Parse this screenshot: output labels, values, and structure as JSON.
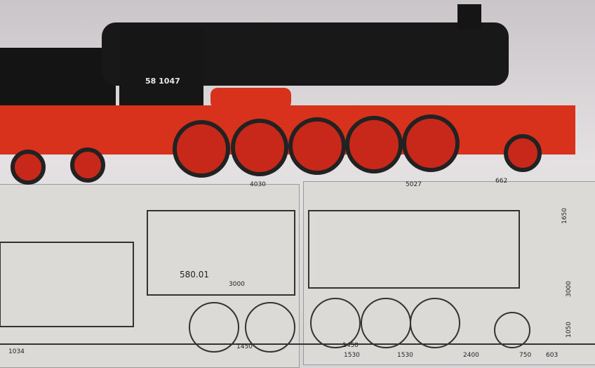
{
  "locomotive": {
    "number": "58 1047",
    "colors": {
      "body": "#161616",
      "chassis": "#d8321c",
      "wheels": "#c8281a"
    }
  },
  "drawing_left": {
    "label": "580.01",
    "dims": {
      "length": "4030",
      "height": "3000",
      "wheel": "1450",
      "tender": "1034"
    }
  },
  "drawing_right": {
    "dims": {
      "length": "5027",
      "chimney": "662",
      "top": "1650",
      "height": "3000",
      "bottom": "1050",
      "wheel": "1450",
      "spacing1": "1530",
      "spacing2": "1530",
      "spacing3": "2400",
      "spacing4": "750",
      "spacing5": "603"
    }
  }
}
